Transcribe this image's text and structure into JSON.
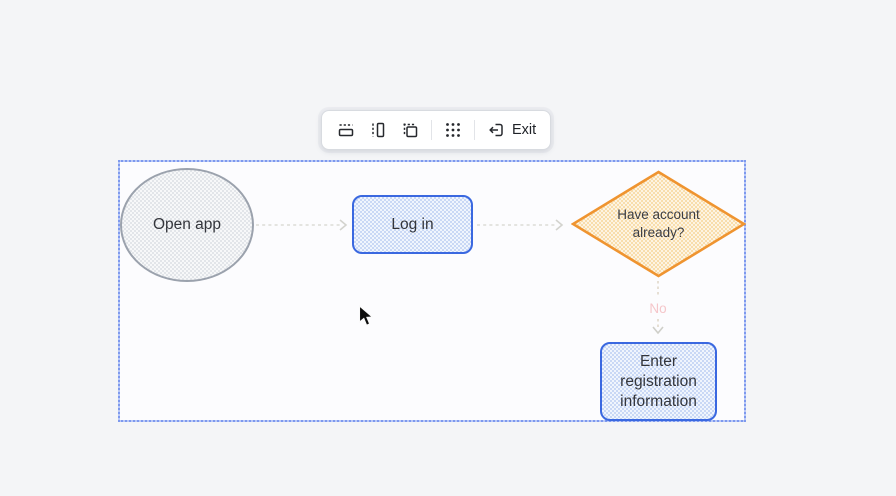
{
  "toolbar": {
    "buttons": [
      {
        "icon": "horizontal-lane-icon"
      },
      {
        "icon": "vertical-lane-icon"
      },
      {
        "icon": "frame-icon"
      },
      {
        "icon": "grid-dots-icon"
      },
      {
        "icon": "exit-icon",
        "label": "Exit"
      }
    ]
  },
  "canvas": {
    "nodes": [
      {
        "id": "start",
        "shape": "circle",
        "label": "Open app"
      },
      {
        "id": "login",
        "shape": "rounded-rectangle",
        "label": "Log in"
      },
      {
        "id": "decision",
        "shape": "diamond",
        "label": "Have account already?"
      },
      {
        "id": "register",
        "shape": "rounded-rectangle",
        "label": "Enter registration information"
      }
    ],
    "connectors": [
      {
        "from": "start",
        "to": "login",
        "style": "dashed-arrow",
        "label": ""
      },
      {
        "from": "login",
        "to": "decision",
        "style": "dashed-arrow",
        "label": ""
      },
      {
        "from": "decision",
        "to": "register",
        "style": "dashed-arrow",
        "label": "No"
      }
    ]
  },
  "colors": {
    "page_background": "#f4f5f7",
    "selection_background": "#fcfcfe",
    "selection_border": "#7d99ee",
    "accent_blue": "#3a68e0",
    "blue_fill": "#dce6f8",
    "accent_orange": "#ef9430",
    "orange_fill": "#fbe9cc",
    "circle_border": "#9ba2ad",
    "circle_fill": "#edeff2",
    "connector_gray": "#dbdbd6",
    "no_label_pink": "#f5c6ca"
  }
}
